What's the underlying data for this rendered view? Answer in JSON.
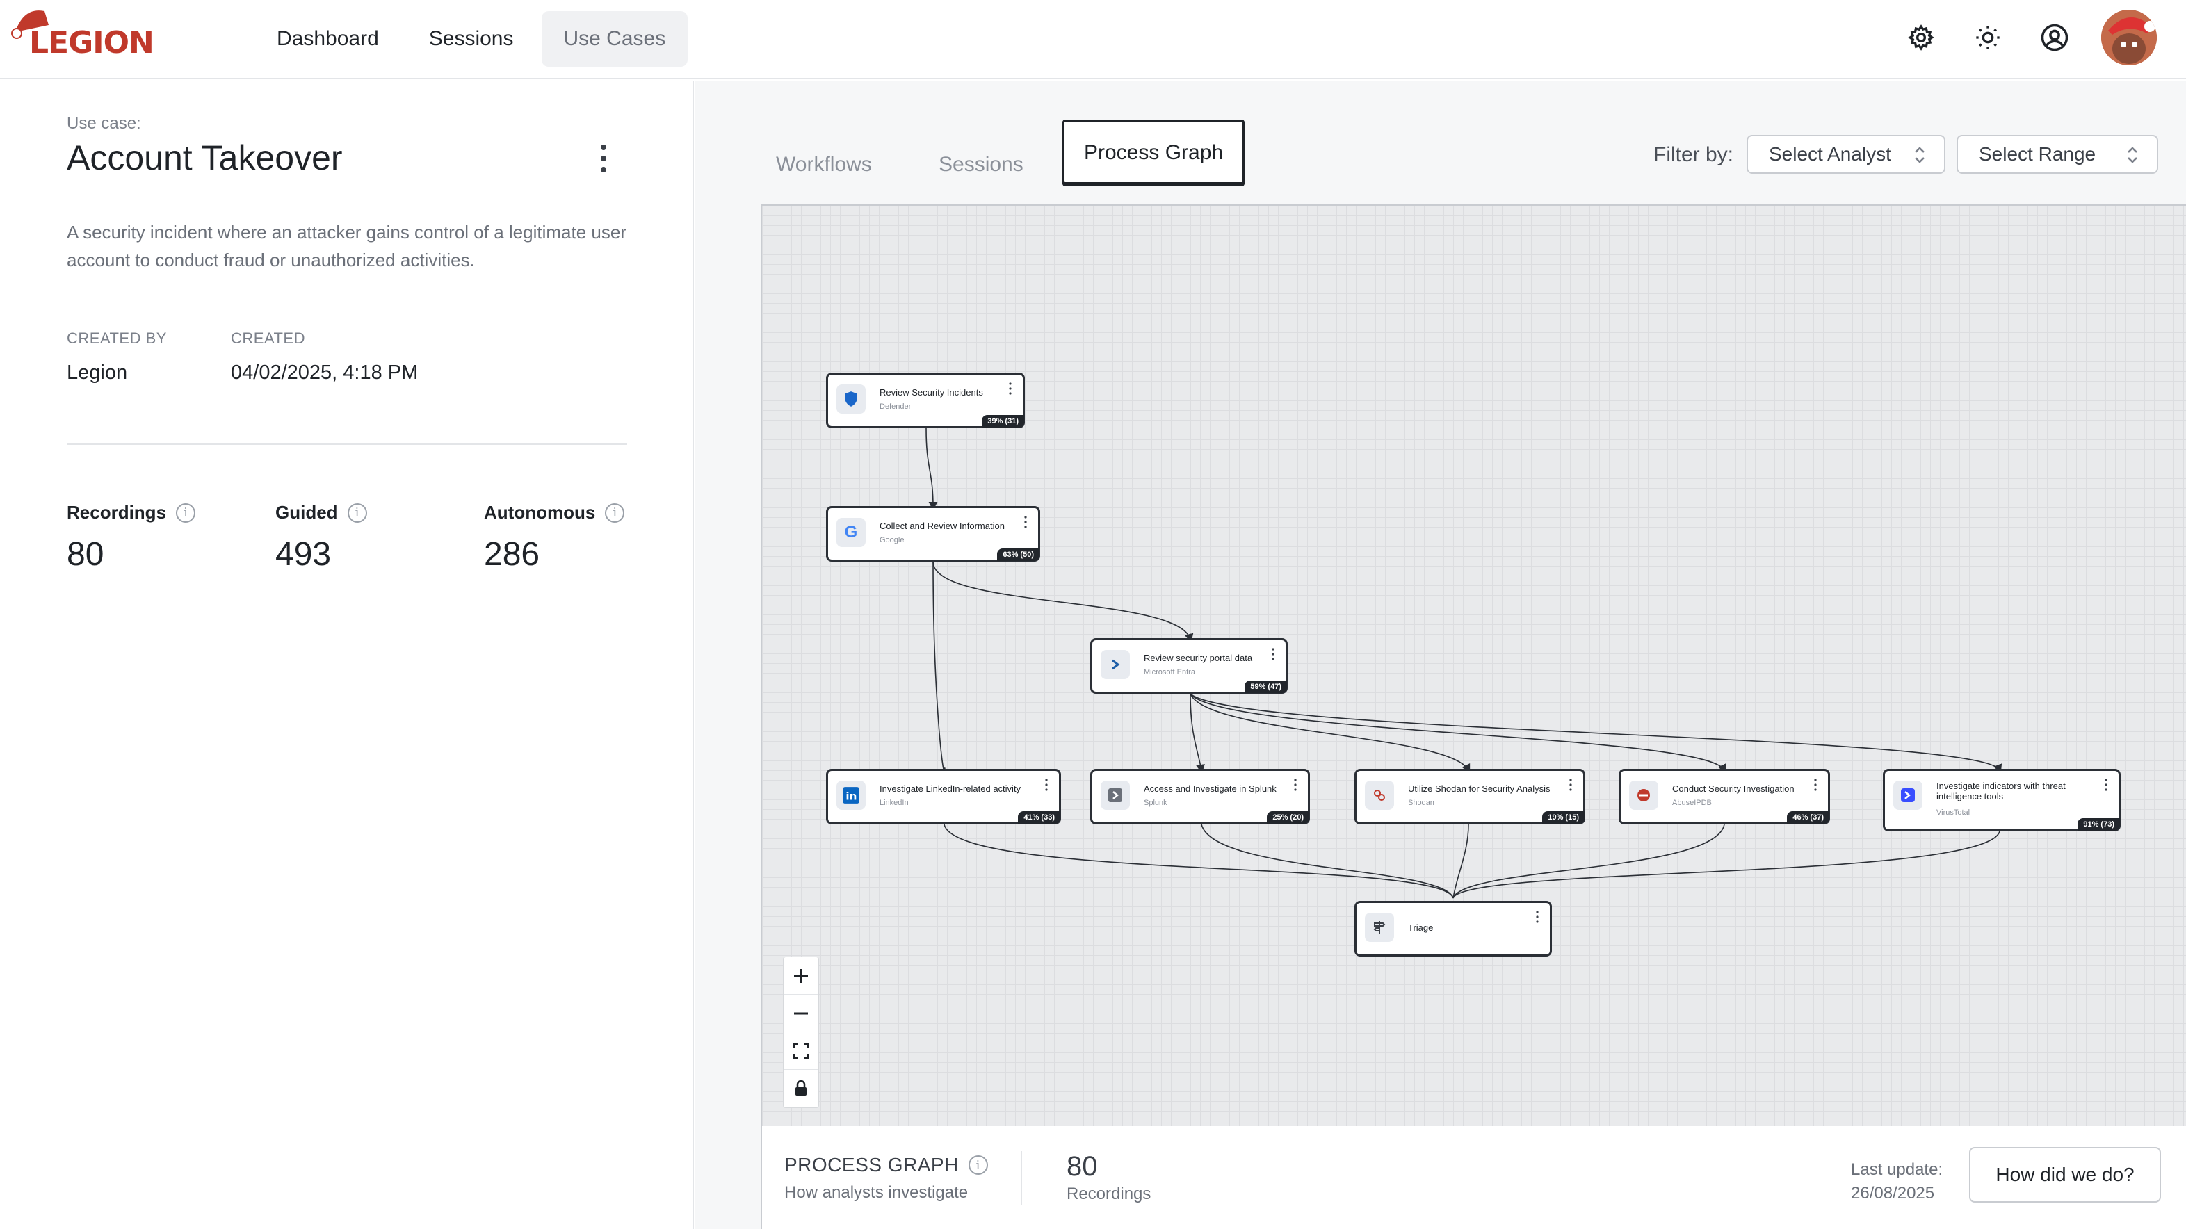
{
  "app": {
    "logo_text": "LEGION"
  },
  "nav": {
    "items": [
      "Dashboard",
      "Sessions",
      "Use Cases"
    ],
    "active": "Use Cases"
  },
  "use_case": {
    "label": "Use case:",
    "title": "Account Takeover",
    "description": "A security incident where an attacker gains control of a legitimate user account to conduct fraud or unauthorized activities.",
    "created_by_label": "CREATED BY",
    "created_by": "Legion",
    "created_label": "CREATED",
    "created": "04/02/2025, 4:18 PM"
  },
  "stats": [
    {
      "label": "Recordings",
      "value": "80"
    },
    {
      "label": "Guided",
      "value": "493"
    },
    {
      "label": "Autonomous",
      "value": "286"
    }
  ],
  "tabs": [
    "Workflows",
    "Sessions",
    "Process Graph"
  ],
  "active_tab": "Process Graph",
  "filter": {
    "label": "Filter by:",
    "analyst": "Select Analyst",
    "range": "Select Range"
  },
  "graph": {
    "nodes": [
      {
        "id": "n1",
        "title": "Review Security Incidents",
        "tool": "Defender",
        "badge": "39% (31)",
        "icon": "shield-icon"
      },
      {
        "id": "n2",
        "title": "Collect and Review Information",
        "tool": "Google",
        "badge": "63% (50)",
        "icon": "google-icon"
      },
      {
        "id": "n3",
        "title": "Review security portal data",
        "tool": "Microsoft Entra",
        "badge": "59% (47)",
        "icon": "entra-icon"
      },
      {
        "id": "n4",
        "title": "Investigate LinkedIn-related activity",
        "tool": "LinkedIn",
        "badge": "41% (33)",
        "icon": "linkedin-icon"
      },
      {
        "id": "n5",
        "title": "Access and Investigate in Splunk",
        "tool": "Splunk",
        "badge": "25% (20)",
        "icon": "splunk-icon"
      },
      {
        "id": "n6",
        "title": "Utilize Shodan for Security Analysis",
        "tool": "Shodan",
        "badge": "19% (15)",
        "icon": "shodan-icon"
      },
      {
        "id": "n7",
        "title": "Conduct Security Investigation",
        "tool": "AbuseIPDB",
        "badge": "46% (37)",
        "icon": "abuseipdb-icon"
      },
      {
        "id": "n8",
        "title": "Investigate indicators with threat intelligence tools",
        "tool": "VirusTotal",
        "badge": "91% (73)",
        "icon": "virustotal-icon"
      },
      {
        "id": "n9",
        "title": "Triage",
        "tool": "",
        "badge": "",
        "icon": "signpost-icon"
      }
    ]
  },
  "footer": {
    "title": "PROCESS GRAPH",
    "subtitle": "How analysts investigate",
    "recordings_value": "80",
    "recordings_label": "Recordings",
    "last_update_label": "Last update:",
    "last_update": "26/08/2025",
    "feedback_button": "How did we do?"
  }
}
